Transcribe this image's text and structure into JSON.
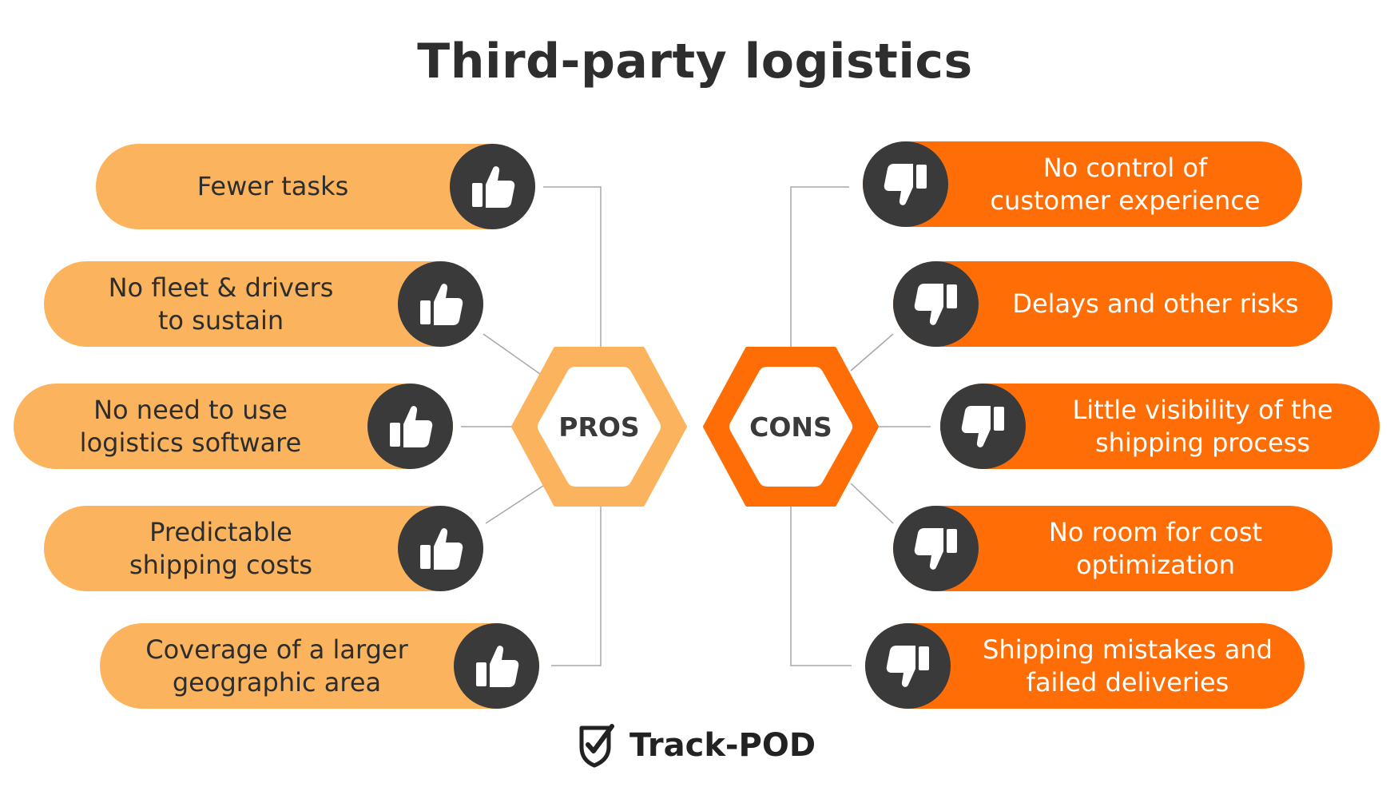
{
  "title": "Third-party logistics",
  "colors": {
    "pros_pill": "#fbb45d",
    "cons_pill": "#ff6e06",
    "icon_circle": "#3a3a3a",
    "connector": "#a8a8a8"
  },
  "pros": {
    "label": "PROS",
    "icon": "thumbs-up-icon",
    "items": [
      {
        "label": "Fewer tasks"
      },
      {
        "label": "No fleet & drivers\nto sustain"
      },
      {
        "label": "No need to use\nlogistics software"
      },
      {
        "label": "Predictable\nshipping costs"
      },
      {
        "label": "Coverage of a larger\ngeographic area"
      }
    ]
  },
  "cons": {
    "label": "CONS",
    "icon": "thumbs-down-icon",
    "items": [
      {
        "label": "No control of\ncustomer experience"
      },
      {
        "label": "Delays and other risks"
      },
      {
        "label": "Little visibility of the\nshipping process"
      },
      {
        "label": "No room for cost\noptimization"
      },
      {
        "label": "Shipping mistakes and\nfailed deliveries"
      }
    ]
  },
  "brand": {
    "name": "Track-POD",
    "icon": "check-shield-icon"
  }
}
